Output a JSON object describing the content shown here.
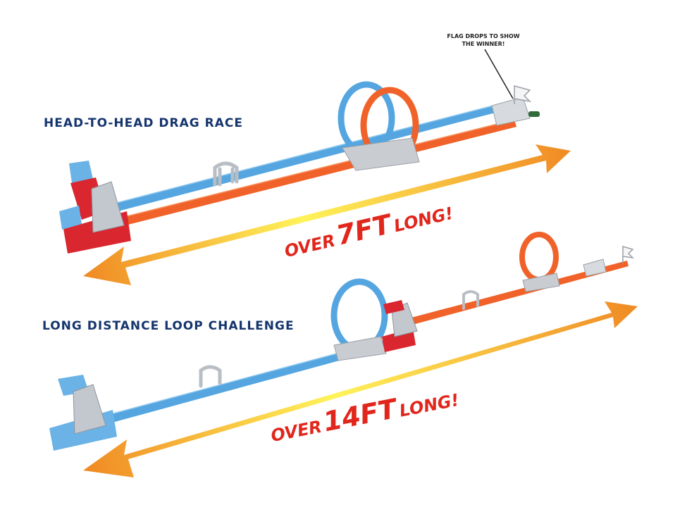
{
  "modes": [
    {
      "title": "HEAD-TO-HEAD DRAG RACE",
      "length": {
        "prefix": "OVER",
        "value": "7FT",
        "suffix": "LONG!"
      }
    },
    {
      "title": "LONG DISTANCE LOOP CHALLENGE",
      "length": {
        "prefix": "OVER",
        "value": "14FT",
        "suffix": "LONG!"
      }
    }
  ],
  "callout": {
    "text": "FLAG DROPS TO SHOW THE WINNER!"
  },
  "colors": {
    "title": "#16356e",
    "label": "#e1261c",
    "track_blue": "#55a6e0",
    "track_orange": "#f0622a",
    "launcher_red": "#d9262f",
    "launcher_blue": "#6bb3e6",
    "arrow_start": "#fff35a",
    "arrow_end": "#f08a24"
  },
  "icons": [
    "double-arrow-icon",
    "flag-icon",
    "launcher-icon",
    "loop-icon",
    "checkpoint-gate-icon"
  ]
}
